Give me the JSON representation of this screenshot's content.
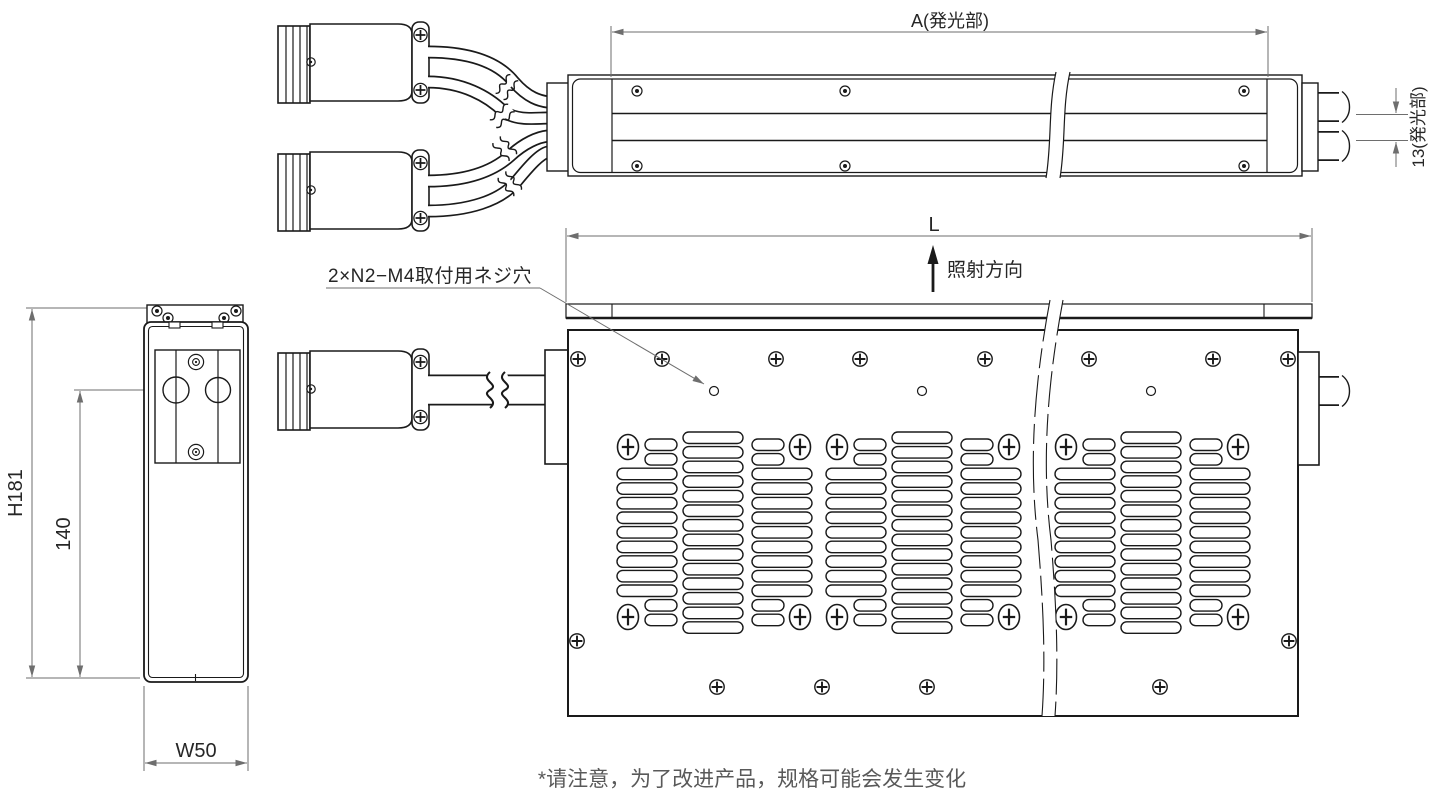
{
  "drawing": {
    "labels": {
      "dim_a": "A(発光部)",
      "dim_13": "13(発光部)",
      "dim_l": "L",
      "direction": "照射方向",
      "mount_holes": "2×N2−M4取付用ネジ穴",
      "dim_h": "H181",
      "dim_140": "140",
      "dim_w": "W50"
    },
    "footnote": "*请注意，为了改进产品，规格可能会发生变化",
    "colors": {
      "line": "#1a1a1a",
      "dimension": "#6e6e6e",
      "note_text": "#595959",
      "background": "#ffffff"
    },
    "icons": {
      "cross_screw_icon": "⊕",
      "ring_screw_icon": "◎",
      "direction_arrow_icon": "↑"
    }
  }
}
